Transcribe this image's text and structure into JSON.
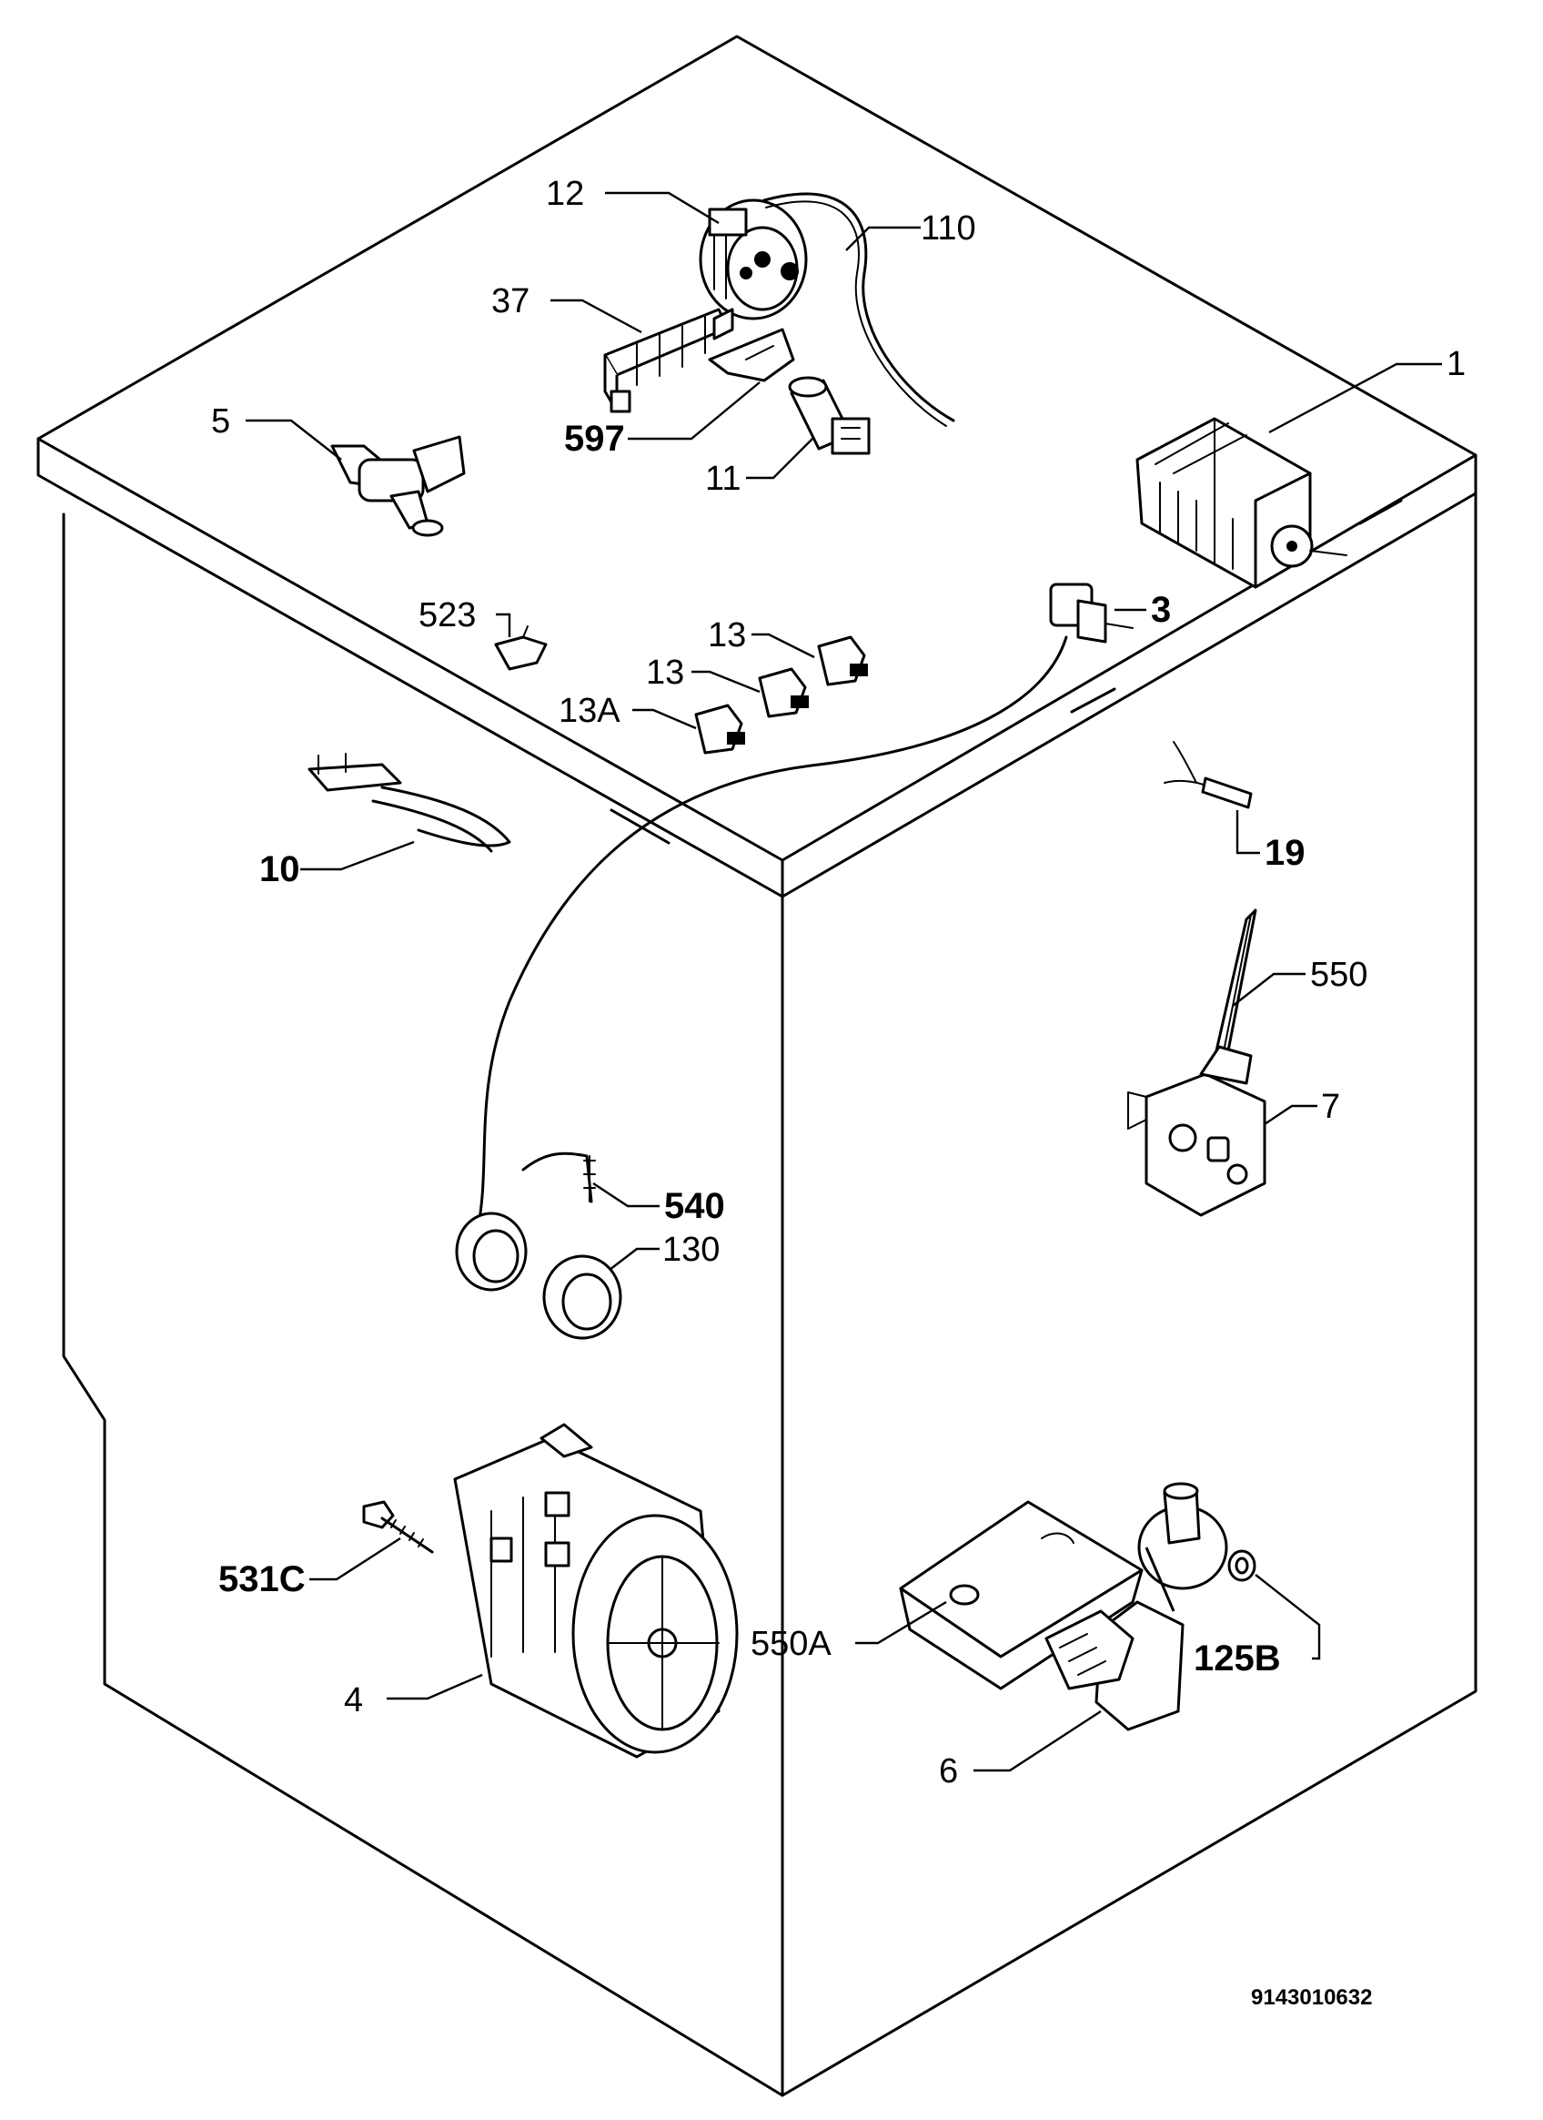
{
  "labels": {
    "p1": "1",
    "p3": "3",
    "p4": "4",
    "p5": "5",
    "p6": "6",
    "p7": "7",
    "p10": "10",
    "p11": "11",
    "p12": "12",
    "p13a": "13",
    "p13b": "13",
    "p13A": "13A",
    "p19": "19",
    "p37": "37",
    "p110": "110",
    "p125B": "125B",
    "p130": "130",
    "p523": "523",
    "p531C": "531C",
    "p540": "540",
    "p550": "550",
    "p550A": "550A",
    "p597": "597"
  },
  "diagram_code": "9143010632"
}
